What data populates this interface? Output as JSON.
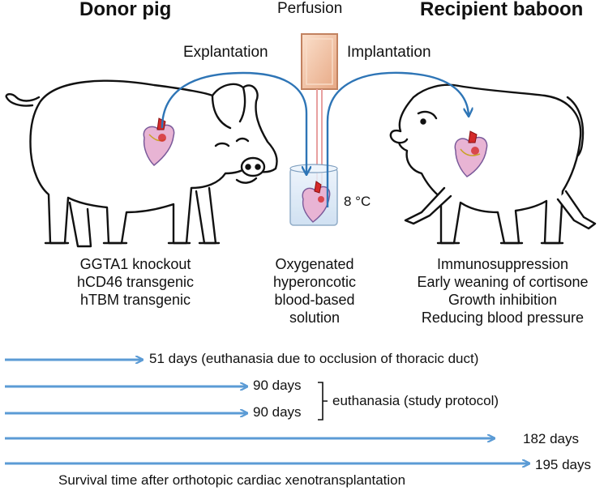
{
  "titles": {
    "donor": "Donor pig",
    "perfusion": "Perfusion",
    "recipient": "Recipient baboon",
    "explantation": "Explantation",
    "implantation": "Implantation",
    "temperature": "8 °C"
  },
  "donor_traits": [
    "GGTA1 knockout",
    "hCD46 transgenic",
    "hTBM transgenic"
  ],
  "solution": [
    "Oxygenated",
    "hyperoncotic",
    "blood-based",
    "solution"
  ],
  "recipient_treatment": [
    "Immunosuppression",
    "Early weaning of cortisone",
    "Growth inhibition",
    "Reducing blood pressure"
  ],
  "survival": {
    "rows": [
      {
        "days": 51,
        "label": "51 days (euthanasia due to occlusion of thoracic duct)"
      },
      {
        "days": 90,
        "label": "90 days"
      },
      {
        "days": 90,
        "label": "90 days"
      },
      {
        "days": 182,
        "label": "182 days"
      },
      {
        "days": 195,
        "label": "195 days"
      }
    ],
    "bracket_label": "euthanasia (study protocol)",
    "caption": "Survival time after orthotopic cardiac xenotransplantation"
  },
  "colors": {
    "arrow_blue": "#5b9bd5",
    "curve_blue": "#2e75b6",
    "heart_red": "#d42a2a",
    "heart_pink": "#e8b4d4",
    "bag": "#f4c7a9",
    "container": "#dbe9f7"
  }
}
